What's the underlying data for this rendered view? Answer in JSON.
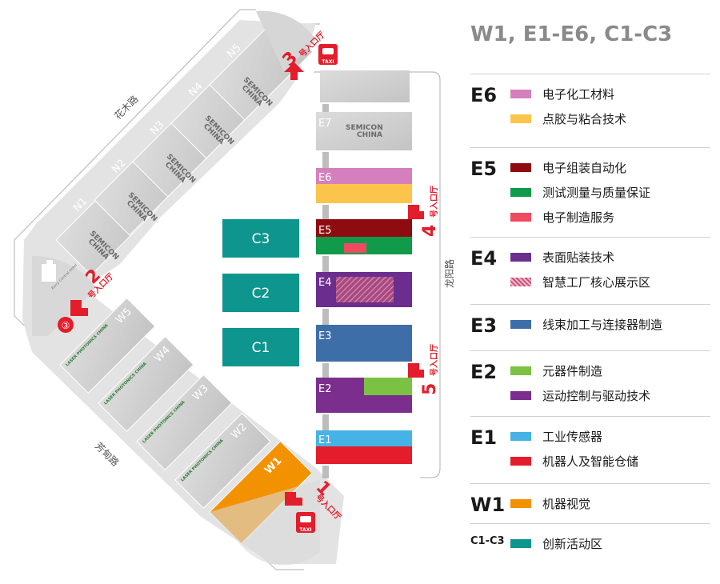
{
  "roads": {
    "north": "花木路",
    "west": "芳甸路",
    "east": "龙阳路"
  },
  "halls": {
    "N1": "N1",
    "N2": "N2",
    "N3": "N3",
    "N4": "N4",
    "N5": "N5",
    "W1": "W1",
    "W2": "W2",
    "W3": "W3",
    "W4": "W4",
    "W5": "W5",
    "E1": "E1",
    "E2": "E2",
    "E3": "E3",
    "E4": "E4",
    "E5": "E5",
    "E6": "E6",
    "E7": "E7",
    "C1": "C1",
    "C2": "C2",
    "C3": "C3"
  },
  "brand": {
    "semicon": "SEMICON",
    "china": "CHINA",
    "laser": "LASER PHOTONICS CHINA",
    "kerry": "Kerry Central Hotel"
  },
  "entrances": {
    "e1": {
      "num": "1",
      "label": "号入口厅"
    },
    "e2": {
      "num": "2",
      "label": "号入口厅"
    },
    "e3": {
      "num": "3",
      "label": "号入口厅"
    },
    "e4": {
      "num": "4",
      "label": "号入口厅"
    },
    "e5": {
      "num": "5",
      "label": "号入口厅"
    }
  },
  "taxi": "TAXI",
  "metro": "③",
  "colors": {
    "teal": "#0e958e",
    "orange": "#f39200",
    "pink": "#d580bd",
    "yellow": "#fbc54b",
    "darkred": "#8e0b10",
    "green": "#119a4a",
    "salmon": "#ee4b60",
    "purple": "#6b2d8e",
    "blue": "#3d6ea8",
    "lightgreen": "#7cc242",
    "violet": "#7b2e8d",
    "skyblue": "#45b3e6",
    "red": "#e31d2b",
    "hatch": "#c8547d",
    "grey": "#cfcfcf",
    "accent": "#e31d2b"
  },
  "legend": {
    "title": "W1, E1-E6, C1-C3",
    "groups": [
      {
        "hall": "E6",
        "items": [
          {
            "color": "#d580bd",
            "text": "电子化工材料"
          },
          {
            "color": "#fbc54b",
            "text": "点胶与粘合技术"
          }
        ]
      },
      {
        "hall": "E5",
        "items": [
          {
            "color": "#8e0b10",
            "text": "电子组装自动化"
          },
          {
            "color": "#119a4a",
            "text": "测试测量与质量保证"
          },
          {
            "color": "#ee4b60",
            "text": "电子制造服务"
          }
        ]
      },
      {
        "hall": "E4",
        "items": [
          {
            "color": "#6b2d8e",
            "text": "表面贴装技术"
          },
          {
            "color": "#c8547d",
            "text": "智慧工厂核心展示区"
          }
        ]
      },
      {
        "hall": "E3",
        "items": [
          {
            "color": "#3d6ea8",
            "text": "线束加工与连接器制造"
          }
        ]
      },
      {
        "hall": "E2",
        "items": [
          {
            "color": "#7cc242",
            "text": "元器件制造"
          },
          {
            "color": "#7b2e8d",
            "text": "运动控制与驱动技术"
          }
        ]
      },
      {
        "hall": "E1",
        "items": [
          {
            "color": "#45b3e6",
            "text": "工业传感器"
          },
          {
            "color": "#e31d2b",
            "text": "机器人及智能仓储"
          }
        ]
      },
      {
        "hall": "W1",
        "items": [
          {
            "color": "#f39200",
            "text": "机器视觉"
          }
        ]
      },
      {
        "hall": "C1-C3",
        "items": [
          {
            "color": "#0e958e",
            "text": "创新活动区"
          }
        ]
      }
    ]
  }
}
